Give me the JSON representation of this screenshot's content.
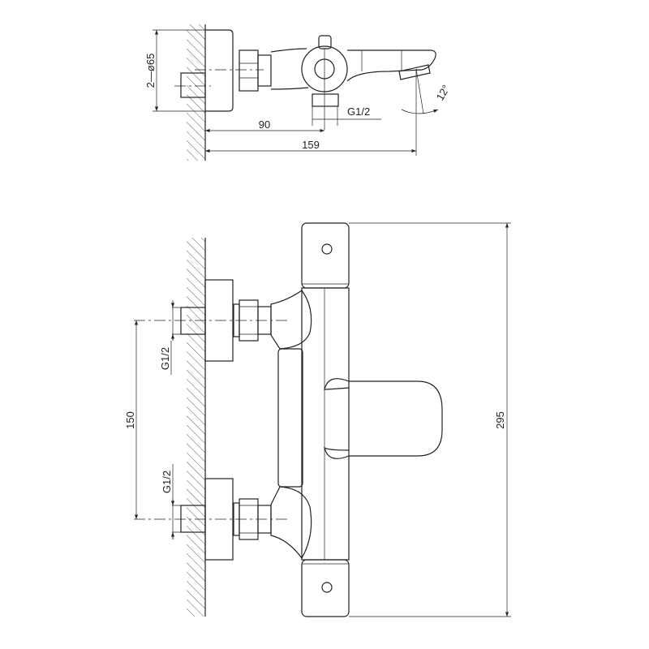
{
  "top_view": {
    "diameter_label": "2—ø65",
    "dim_90": "90",
    "dim_159": "159",
    "thread_label": "G1/2",
    "angle_label": "12°"
  },
  "front_view": {
    "dim_150": "150",
    "thread_upper": "G1/2",
    "thread_lower": "G1/2",
    "dim_295": "295"
  },
  "colors": {
    "line": "#222222",
    "background": "#ffffff"
  }
}
